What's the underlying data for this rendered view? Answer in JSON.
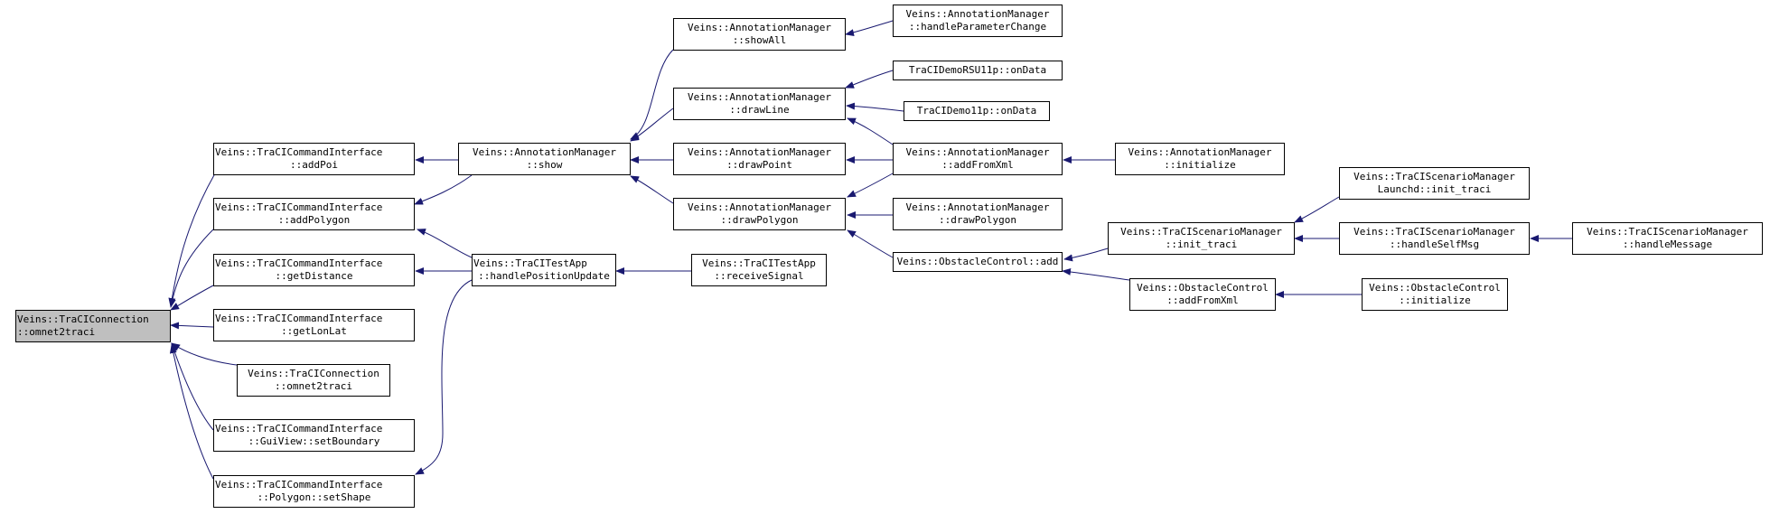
{
  "colors": {
    "edge": "#191970",
    "node_border": "#000000",
    "root_fill": "#bfbfbf",
    "node_fill": "#ffffff"
  },
  "nodes": {
    "root": {
      "l1": "Veins::TraCIConnection",
      "l2": "::omnet2traci"
    },
    "addPoi": {
      "l1": "Veins::TraCICommandInterface",
      "l2": "::addPoi"
    },
    "addPolygon": {
      "l1": "Veins::TraCICommandInterface",
      "l2": "::addPolygon"
    },
    "getDistance": {
      "l1": "Veins::TraCICommandInterface",
      "l2": "::getDistance"
    },
    "getLonLat": {
      "l1": "Veins::TraCICommandInterface",
      "l2": "::getLonLat"
    },
    "omnetSelf": {
      "l1": "Veins::TraCIConnection",
      "l2": "::omnet2traci"
    },
    "setBoundary": {
      "l1": "Veins::TraCICommandInterface",
      "l2": "::GuiView::setBoundary"
    },
    "setShape": {
      "l1": "Veins::TraCICommandInterface",
      "l2": "::Polygon::setShape"
    },
    "show": {
      "l1": "Veins::AnnotationManager",
      "l2": "::show"
    },
    "hpu": {
      "l1": "Veins::TraCITestApp",
      "l2": "::handlePositionUpdate"
    },
    "showAll": {
      "l1": "Veins::AnnotationManager",
      "l2": "::showAll"
    },
    "drawLine": {
      "l1": "Veins::AnnotationManager",
      "l2": "::drawLine"
    },
    "drawPoint": {
      "l1": "Veins::AnnotationManager",
      "l2": "::drawPoint"
    },
    "drawPolygon": {
      "l1": "Veins::AnnotationManager",
      "l2": "::drawPolygon"
    },
    "recvSignal": {
      "l1": "Veins::TraCITestApp",
      "l2": "::receiveSignal"
    },
    "hpc": {
      "l1": "Veins::AnnotationManager",
      "l2": "::handleParameterChange"
    },
    "rsuOnData": {
      "l1": "TraCIDemoRSU11p::onData"
    },
    "demoOnData": {
      "l1": "TraCIDemo11p::onData"
    },
    "amAddFromXml": {
      "l1": "Veins::AnnotationManager",
      "l2": "::addFromXml"
    },
    "amDrawPolygon": {
      "l1": "Veins::AnnotationManager",
      "l2": "::drawPolygon"
    },
    "ocAdd": {
      "l1": "Veins::ObstacleControl::add"
    },
    "amInit": {
      "l1": "Veins::AnnotationManager",
      "l2": "::initialize"
    },
    "initTraci": {
      "l1": "Veins::TraCIScenarioManager",
      "l2": "::init_traci"
    },
    "ocAddFromXml": {
      "l1": "Veins::ObstacleControl",
      "l2": "::addFromXml"
    },
    "launchd": {
      "l1": "Veins::TraCIScenarioManager",
      "l2": "Launchd::init_traci"
    },
    "selfMsg": {
      "l1": "Veins::TraCIScenarioManager",
      "l2": "::handleSelfMsg"
    },
    "ocInit": {
      "l1": "Veins::ObstacleControl",
      "l2": "::initialize"
    },
    "handleMsg": {
      "l1": "Veins::TraCIScenarioManager",
      "l2": "::handleMessage"
    }
  }
}
